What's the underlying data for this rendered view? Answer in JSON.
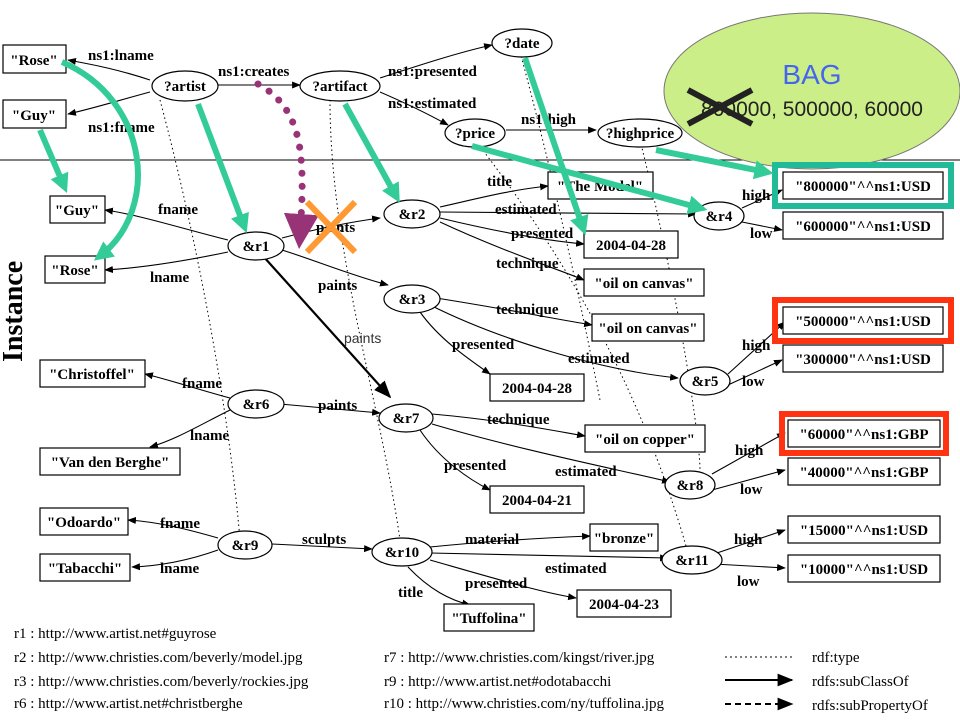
{
  "schema": {
    "nodes": {
      "artist": "?artist",
      "artifact": "?artifact",
      "date": "?date",
      "price": "?price",
      "highprice": "?highprice",
      "rose": "\"Rose\"",
      "guy": "\"Guy\""
    },
    "edges": {
      "lname": "ns1:lname",
      "fname": "ns1:fname",
      "creates": "ns1:creates",
      "presented": "ns1:presented",
      "estimated": "ns1:estimated",
      "high": "ns1:high"
    }
  },
  "bag": {
    "title": "BAG",
    "values": "800000, 500000, 60000"
  },
  "instance_label": "Instance",
  "instance": {
    "r1": "&r1",
    "r2": "&r2",
    "r3": "&r3",
    "r4": "&r4",
    "r5": "&r5",
    "r6": "&r6",
    "r7": "&r7",
    "r8": "&r8",
    "r9": "&r9",
    "r10": "&r10",
    "r11": "&r11",
    "lit_guy": "\"Guy\"",
    "lit_rose": "\"Rose\"",
    "lit_christoffel": "\"Christoffel\"",
    "lit_vandenberghe": "\"Van den Berghe\"",
    "lit_odoardo": "\"Odoardo\"",
    "lit_tabacchi": "\"Tabacchi\"",
    "lit_model": "\"The Model\"",
    "lit_oil1": "\"oil on canvas\"",
    "lit_oil2": "\"oil on canvas\"",
    "lit_copper": "\"oil on copper\"",
    "lit_bronze": "\"bronze\"",
    "lit_tuffolina": "\"Tuffolina\"",
    "date1": "2004-04-28",
    "date2": "2004-04-28",
    "date3": "2004-04-21",
    "date4": "2004-04-23",
    "usd800": "\"800000\"^^ns1:USD",
    "usd600": "\"600000\"^^ns1:USD",
    "usd500": "\"500000\"^^ns1:USD",
    "usd300": "\"300000\"^^ns1:USD",
    "gbp60": "\"60000\"^^ns1:GBP",
    "gbp40": "\"40000\"^^ns1:GBP",
    "usd15": "\"15000\"^^ns1:USD",
    "usd10": "\"10000\"^^ns1:USD",
    "e_fname": "fname",
    "e_lname": "lname",
    "e_paints": "paints",
    "e_sculpts": "sculpts",
    "e_title": "title",
    "e_estimated": "estimated",
    "e_presented": "presented",
    "e_technique": "technique",
    "e_material": "material",
    "e_high": "high",
    "e_low": "low",
    "e_paints_inferred": "paints"
  },
  "uris": [
    "r1 : http://www.artist.net#guyrose",
    "r2 : http://www.christies.com/beverly/model.jpg",
    "r3 : http://www.christies.com/beverly/rockies.jpg",
    "r6 : http://www.artist.net#christberghe",
    "r7 : http://www.christies.com/kingst/river.jpg",
    "r9 : http://www.artist.net#odotabacchi",
    "r10 : http://www.christies.com/ny/tuffolina.jpg"
  ],
  "legend": {
    "type": "rdf:type",
    "subclass": "rdfs:subClassOf",
    "subproperty": "rdfs:subPropertyOf"
  },
  "colors": {
    "green_arrow": "#33cc99",
    "green_box": "#22bb99",
    "red_box": "#ff3311",
    "bag_fill": "#ccee88",
    "cross_orange": "#ff9933",
    "dotted_purple": "#993377",
    "bag_text": "#4466ee"
  }
}
